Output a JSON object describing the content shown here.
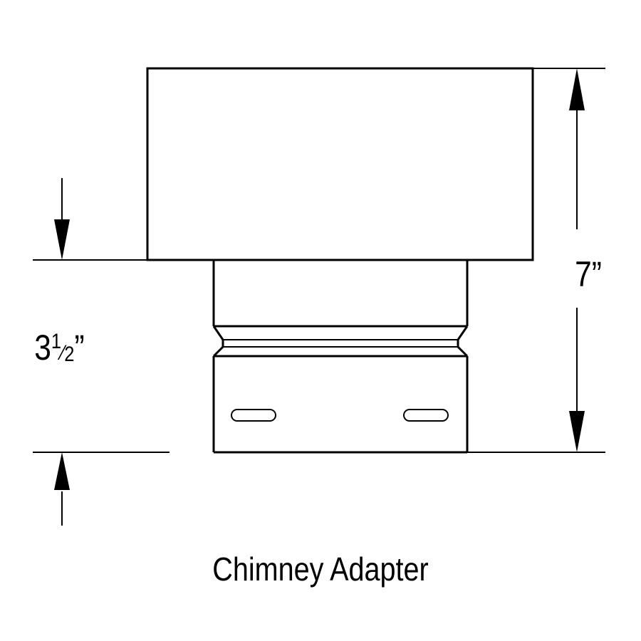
{
  "diagram": {
    "caption": "Chimney Adapter",
    "dimension_total": {
      "value": "7",
      "unit_mark": "”"
    },
    "dimension_lower": {
      "whole": "3",
      "fraction_num": "1",
      "fraction_den": "2",
      "unit_mark": "”"
    }
  }
}
